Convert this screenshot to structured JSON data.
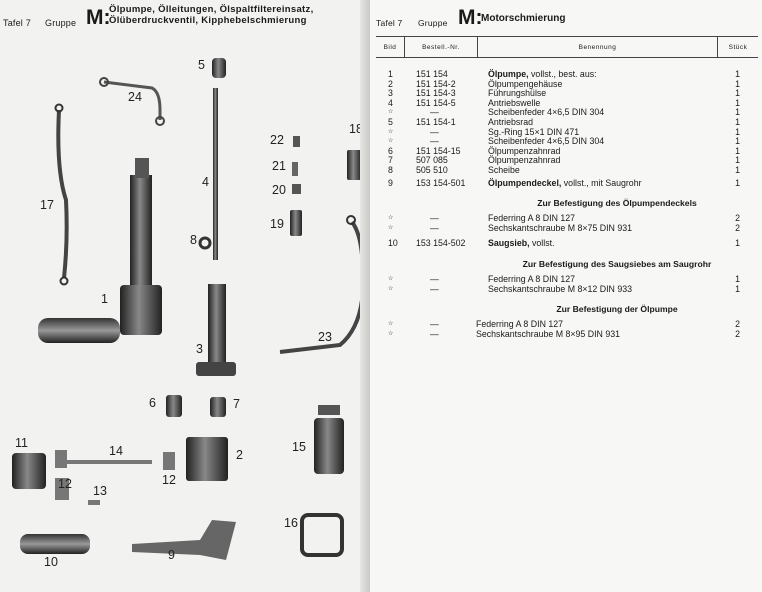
{
  "left": {
    "tafel": "Tafel 7",
    "gruppe": "Gruppe",
    "letter": "M:",
    "title_lines": [
      "Ölpumpe, Ölleitungen, Ölspaltfiltereinsatz,",
      "Ölüberdruckventil, Kipphebelschmierung"
    ],
    "part_labels": [
      "5",
      "24",
      "17",
      "22",
      "18",
      "21",
      "4",
      "20",
      "19",
      "8",
      "1",
      "23",
      "3",
      "6",
      "7",
      "11",
      "14",
      "2",
      "15",
      "12",
      "12",
      "13",
      "16",
      "10",
      "9"
    ]
  },
  "right": {
    "tafel": "Tafel 7",
    "gruppe": "Gruppe",
    "letter": "M:",
    "title": "Motorschmierung",
    "columns": [
      "Bild",
      "Bestell.-Nr.",
      "Benennung",
      "Stück"
    ],
    "rows_main": [
      {
        "bild": "1",
        "nr": "151 154",
        "desc_bold": "Ölpumpe,",
        "desc": "vollst., best. aus:",
        "qty": "1"
      },
      {
        "bild": "2",
        "nr": "151 154-2",
        "desc_bold": "",
        "desc": "Ölpumpengehäuse",
        "qty": "1"
      },
      {
        "bild": "3",
        "nr": "151 154-3",
        "desc_bold": "",
        "desc": "Führungshülse",
        "qty": "1"
      },
      {
        "bild": "4",
        "nr": "151 154-5",
        "desc_bold": "",
        "desc": "Antriebswelle",
        "qty": "1"
      },
      {
        "bild": "☆",
        "nr": "—",
        "desc_bold": "",
        "desc": "Scheibenfeder 4×6,5 DIN 304",
        "qty": "1"
      },
      {
        "bild": "5",
        "nr": "151 154-1",
        "desc_bold": "",
        "desc": "Antriebsrad",
        "qty": "1"
      },
      {
        "bild": "☆",
        "nr": "—",
        "desc_bold": "",
        "desc": "Sg.-Ring 15×1 DIN 471",
        "qty": "1"
      },
      {
        "bild": "☆",
        "nr": "—",
        "desc_bold": "",
        "desc": "Scheibenfeder 4×6,5 DIN 304",
        "qty": "1"
      },
      {
        "bild": "6",
        "nr": "151 154-15",
        "desc_bold": "",
        "desc": "Ölpumpenzahnrad",
        "qty": "1"
      },
      {
        "bild": "7",
        "nr": "507 085",
        "desc_bold": "",
        "desc": "Ölpumpenzahnrad",
        "qty": "1"
      },
      {
        "bild": "8",
        "nr": "505 510",
        "desc_bold": "",
        "desc": "Scheibe",
        "qty": "1"
      },
      {
        "bild": "9",
        "nr": "153 154-501",
        "desc_bold": "Ölpumpendeckel,",
        "desc": "vollst., mit Saugrohr",
        "qty": "1"
      }
    ],
    "section1": "Zur Befestigung des Ölpumpendeckels",
    "rows_s1": [
      {
        "bild": "☆",
        "nr": "—",
        "desc": "Federring A 8 DIN 127",
        "qty": "2"
      },
      {
        "bild": "☆",
        "nr": "—",
        "desc": "Sechskantschraube M 8×75 DIN 931",
        "qty": "2"
      }
    ],
    "row10": {
      "bild": "10",
      "nr": "153 154-502",
      "desc_bold": "Saugsieb,",
      "desc": "vollst.",
      "qty": "1"
    },
    "section2": "Zur Befestigung des Saugsiebes am Saugrohr",
    "rows_s2": [
      {
        "bild": "☆",
        "nr": "—",
        "desc": "Federring A 8 DIN 127",
        "qty": "1"
      },
      {
        "bild": "☆",
        "nr": "—",
        "desc": "Sechskantschraube M 8×12 DIN 933",
        "qty": "1"
      }
    ],
    "section3": "Zur Befestigung der Ölpumpe",
    "rows_s3": [
      {
        "bild": "☆",
        "nr": "—",
        "desc": "Federring A 8 DIN 127",
        "qty": "2"
      },
      {
        "bild": "☆",
        "nr": "—",
        "desc": "Sechskantschraube M 8×95 DIN 931",
        "qty": "2"
      }
    ]
  }
}
